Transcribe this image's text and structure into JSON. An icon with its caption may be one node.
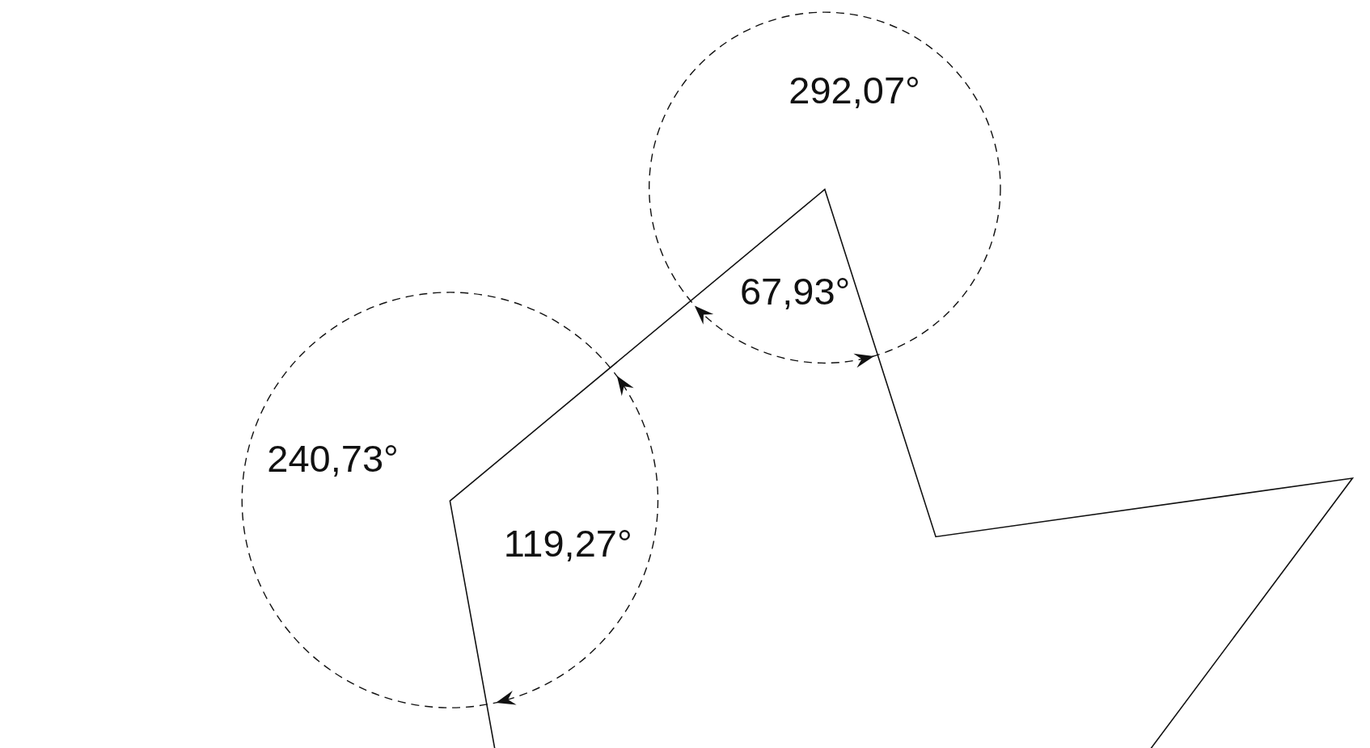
{
  "diagram": {
    "labels": [
      "292,07°",
      "67,93°",
      "240,73°",
      "119,27°"
    ]
  }
}
